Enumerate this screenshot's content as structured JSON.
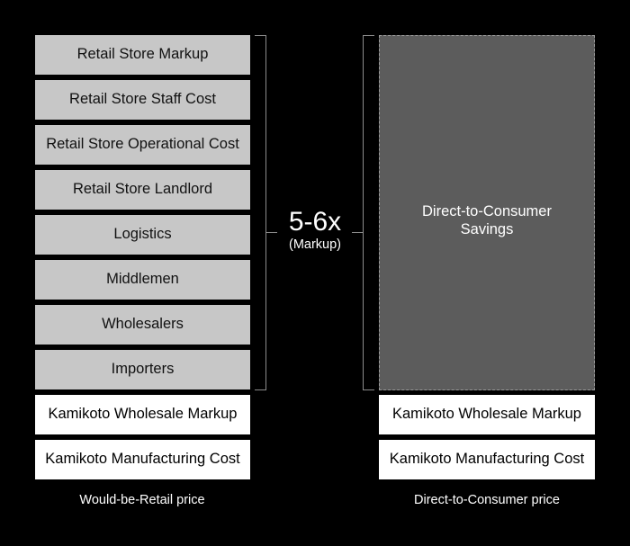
{
  "left_column": {
    "cost_layers": [
      "Retail Store Markup",
      "Retail Store Staff Cost",
      "Retail Store Operational Cost",
      "Retail Store Landlord",
      "Logistics",
      "Middlemen",
      "Wholesalers",
      "Importers"
    ],
    "base_layers": [
      "Kamikoto Wholesale Markup",
      "Kamikoto Manufacturing Cost"
    ],
    "caption": "Would-be-Retail price"
  },
  "markup": {
    "value": "5-6x",
    "note": "(Markup)"
  },
  "right_column": {
    "savings_label": "Direct-to-Consumer\nSavings",
    "base_layers": [
      "Kamikoto Wholesale Markup",
      "Kamikoto Manufacturing Cost"
    ],
    "caption": "Direct-to-Consumer price"
  },
  "colors": {
    "background": "#000000",
    "cost_layer": "#c7c7c7",
    "base_layer": "#ffffff",
    "savings_block": "#5c5c5c",
    "brace": "#8c8c8c"
  }
}
